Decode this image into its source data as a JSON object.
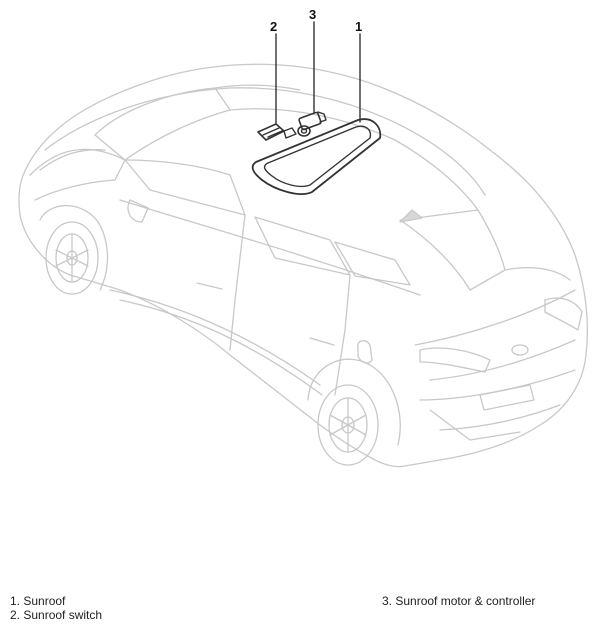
{
  "callouts": {
    "sunroof": "1",
    "switch": "2",
    "motor": "3"
  },
  "legend": {
    "items": [
      "1. Sunroof",
      "2. Sunroof switch",
      "3. Sunroof motor & controller"
    ]
  },
  "colors": {
    "car_outline": "#c8c8c8",
    "component_outline": "#333333",
    "leader_line": "#333333",
    "text": "#222222"
  }
}
